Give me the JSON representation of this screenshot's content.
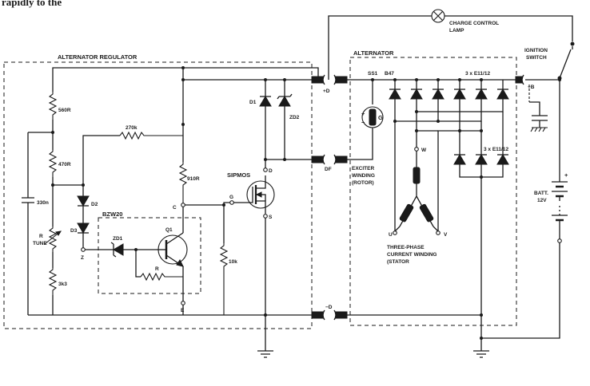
{
  "header_fragment": "rapidly to the",
  "labels": {
    "charge_lamp_line1": "CHARGE CONTROL",
    "charge_lamp_line2": "LAMP",
    "regulator_box": "ALTERNATOR REGULATOR",
    "alternator_box": "ALTERNATOR",
    "ignition_line1": "IGNITION",
    "ignition_line2": "SWITCH",
    "r560": "560R",
    "r470": "470R",
    "c330": "330n",
    "r_tune_1": "R",
    "r_tune_2": "TUNE",
    "r3k3": "3k3",
    "r270": "270k",
    "r910": "910R",
    "r10k": "10k",
    "d1": "D1",
    "zd2": "ZD2",
    "d2": "D2",
    "d3": "D3",
    "zd1": "ZD1",
    "q1": "Q1",
    "r_q1": "R",
    "bzw20": "BZW20",
    "sipmos": "SIPMOS",
    "pin_g": "G",
    "pin_d": "D",
    "pin_s": "S",
    "node_c": "C",
    "node_z": "Z",
    "node_e": "E",
    "term_plus_d": "+D",
    "term_df": "DF",
    "term_minus_d": "−D",
    "ss1": "SS1",
    "b47": "B47",
    "diodes_top": "3 x E11/12",
    "diodes_bottom": "3 x E11/12",
    "exciter_1": "EXCITER",
    "exciter_2": "WINDING",
    "exciter_3": "(ROTOR)",
    "exciter_g": "G",
    "phase_w": "W",
    "phase_u": "U",
    "phase_v": "V",
    "stator_1": "THREE-PHASE",
    "stator_2": "CURRENT WINDING",
    "stator_3": "(STATOR",
    "plus_b": "+B",
    "batt_1": "BATT.",
    "batt_2": "12V",
    "batt_plus": "+"
  }
}
